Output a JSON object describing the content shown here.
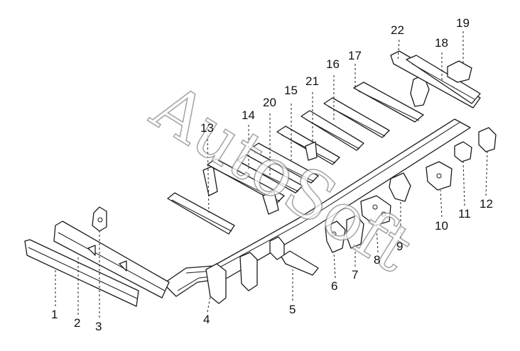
{
  "watermark": "AutoSoft",
  "callouts": [
    "1",
    "2",
    "3",
    "4",
    "5",
    "6",
    "7",
    "8",
    "9",
    "10",
    "11",
    "12",
    "13",
    "14",
    "15",
    "16",
    "17",
    "18",
    "19",
    "20",
    "21",
    "22"
  ]
}
